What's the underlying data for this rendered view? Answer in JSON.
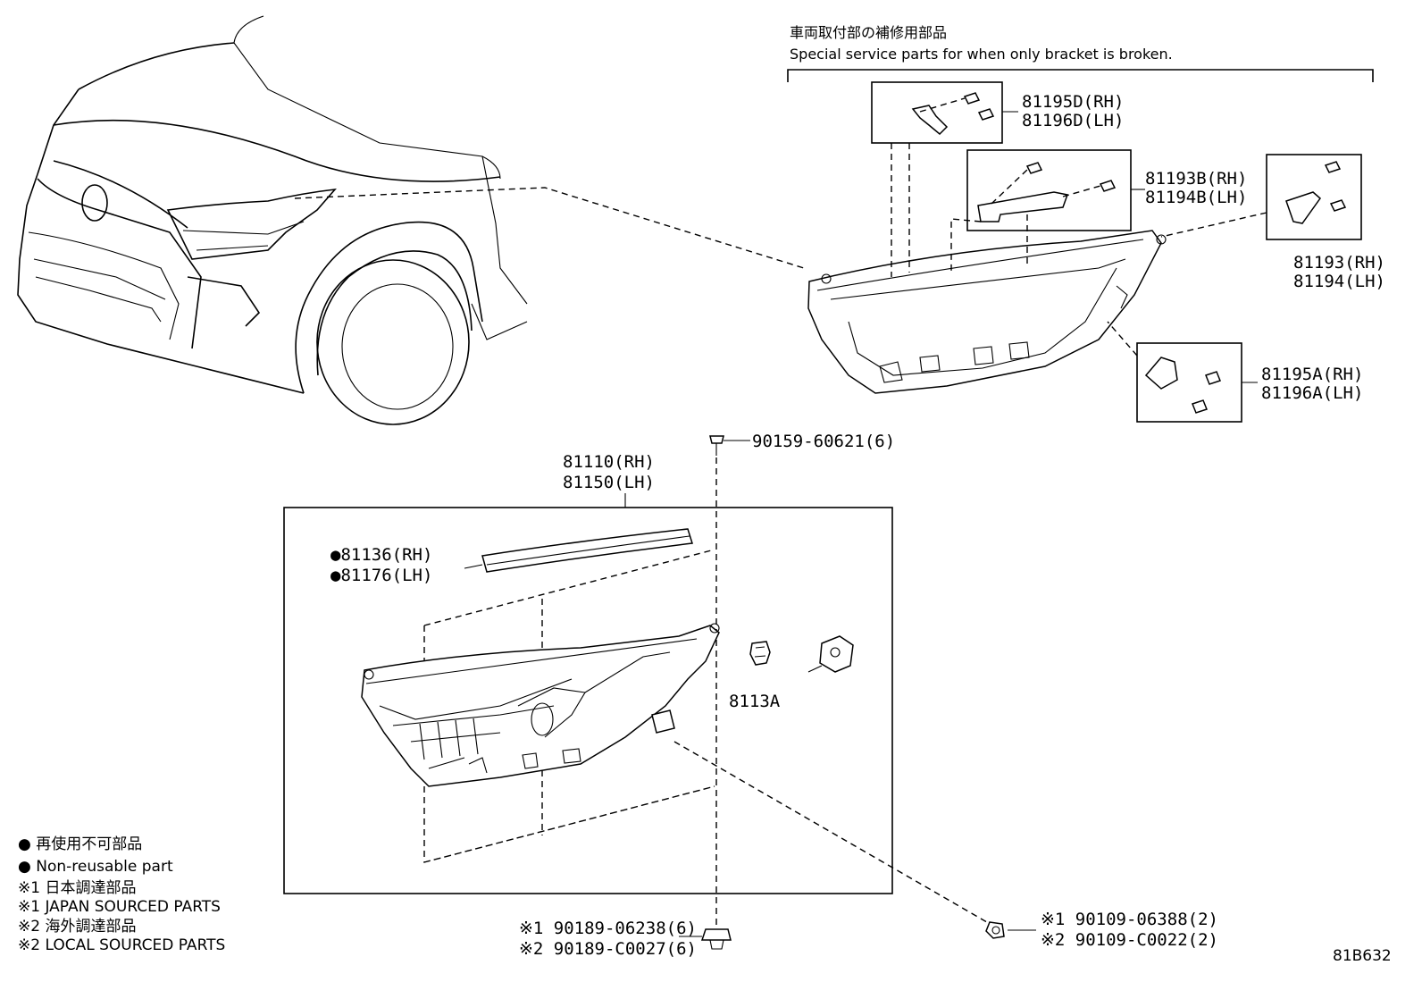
{
  "header": {
    "jp": "車両取付部の補修用部品",
    "en": "Special service parts for when only bracket is broken."
  },
  "brackets": {
    "b_d": [
      "81195D(RH)",
      "81196D(LH)"
    ],
    "b_b": [
      "81193B(RH)",
      "81194B(LH)"
    ],
    "b_main": [
      "81193(RH)",
      "81194(LH)"
    ],
    "b_a": [
      "81195A(RH)",
      "81196A(LH)"
    ]
  },
  "assembly": [
    "81110(RH)",
    "81150(LH)"
  ],
  "cover": [
    "●81136(RH)",
    "●81176(LH)"
  ],
  "bulb": "8113A",
  "screw_top": "90159-60621(6)",
  "clip_bottom": [
    "※1 90189-06238(6)",
    "※2 90189-C0027(6)"
  ],
  "screw_right": [
    "※1 90109-06388(2)",
    "※2 90109-C0022(2)"
  ],
  "legend": [
    "● 再使用不可部品",
    "● Non-reusable part",
    "※1 日本調達部品",
    "※1 JAPAN SOURCED PARTS",
    "※2 海外調達部品",
    "※2 LOCAL SOURCED PARTS"
  ],
  "diagram_id": "81B632"
}
